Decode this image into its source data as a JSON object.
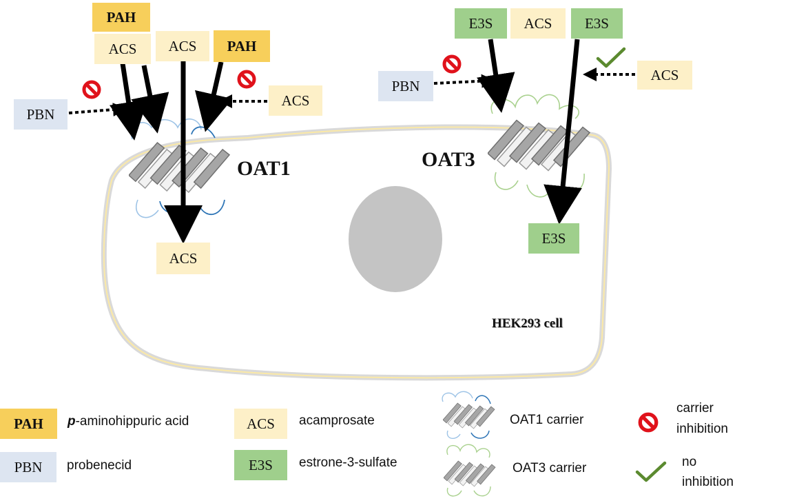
{
  "transporters": {
    "oat1": "OAT1",
    "oat3": "OAT3"
  },
  "cell": {
    "name": "HEK293 cell"
  },
  "oat1_panel": {
    "pah_top": "PAH",
    "acs_1": "ACS",
    "acs_2": "ACS",
    "pah_right": "PAH",
    "pbn": "PBN",
    "acs_side": "ACS",
    "acs_inside": "ACS"
  },
  "oat3_panel": {
    "e3s_1": "E3S",
    "acs_top": "ACS",
    "e3s_2": "E3S",
    "pbn": "PBN",
    "acs_side": "ACS",
    "e3s_inside": "E3S"
  },
  "legend": {
    "pah": {
      "code": "PAH",
      "prefix": "p",
      "label": "-aminohippuric  acid"
    },
    "acs": {
      "code": "ACS",
      "label": "acamprosate"
    },
    "pbn": {
      "code": "PBN",
      "label": "probenecid"
    },
    "e3s": {
      "code": "E3S",
      "label": "estrone-3-sulfate"
    },
    "oat1": {
      "label": "OAT1 carrier"
    },
    "oat3": {
      "label": "OAT3 carrier"
    },
    "inhibition": {
      "line1": "carrier",
      "line2": "inhibition"
    },
    "no_inhibition": {
      "line1": "no",
      "line2": "inhibition"
    }
  },
  "colors": {
    "pah": "#f7cf5b",
    "acs": "#fdf0c8",
    "pbn": "#dde5f1",
    "e3s": "#9fcf8c",
    "inhibit": "#e0121b",
    "check": "#5b8a2f",
    "oat1_loop": "#2e75b6",
    "oat3_loop": "#a9d18e",
    "nucleus": "#c4c4c4"
  }
}
